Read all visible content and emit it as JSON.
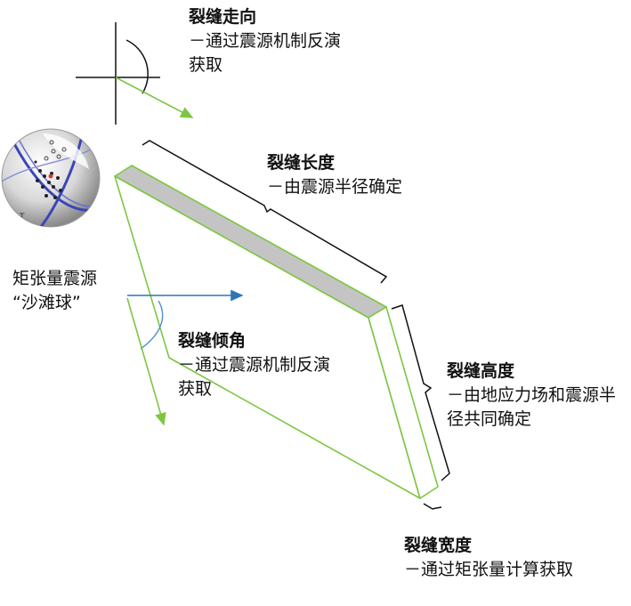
{
  "labels": {
    "strike": {
      "title": "裂缝走向",
      "desc1": "－通过震源机制反演",
      "desc2": "获取"
    },
    "length": {
      "title": "裂缝长度",
      "desc1": "－由震源半径确定"
    },
    "beachball": {
      "line1": "矩张量震源",
      "line2": "“沙滩球”"
    },
    "dip": {
      "title": "裂缝倾角",
      "desc1": "－通过震源机制反演",
      "desc2": "获取"
    },
    "height": {
      "title": "裂缝高度",
      "desc1": "－由地应力场和震源半",
      "desc2": "径共同确定"
    },
    "width": {
      "title": "裂缝宽度",
      "desc1": "－通过矩张量计算获取"
    }
  },
  "colors": {
    "fracture_edge": "#7dc642",
    "fracture_top": "#c4c4c4",
    "strike_arrow": "#7dc642",
    "dip_arrow_blue": "#2e75b6",
    "dip_arc": "#4f8fd6",
    "bracket": "#111111",
    "beachball_band": "#3b45b8"
  },
  "icons": {
    "beachball": "beachball-icon"
  }
}
